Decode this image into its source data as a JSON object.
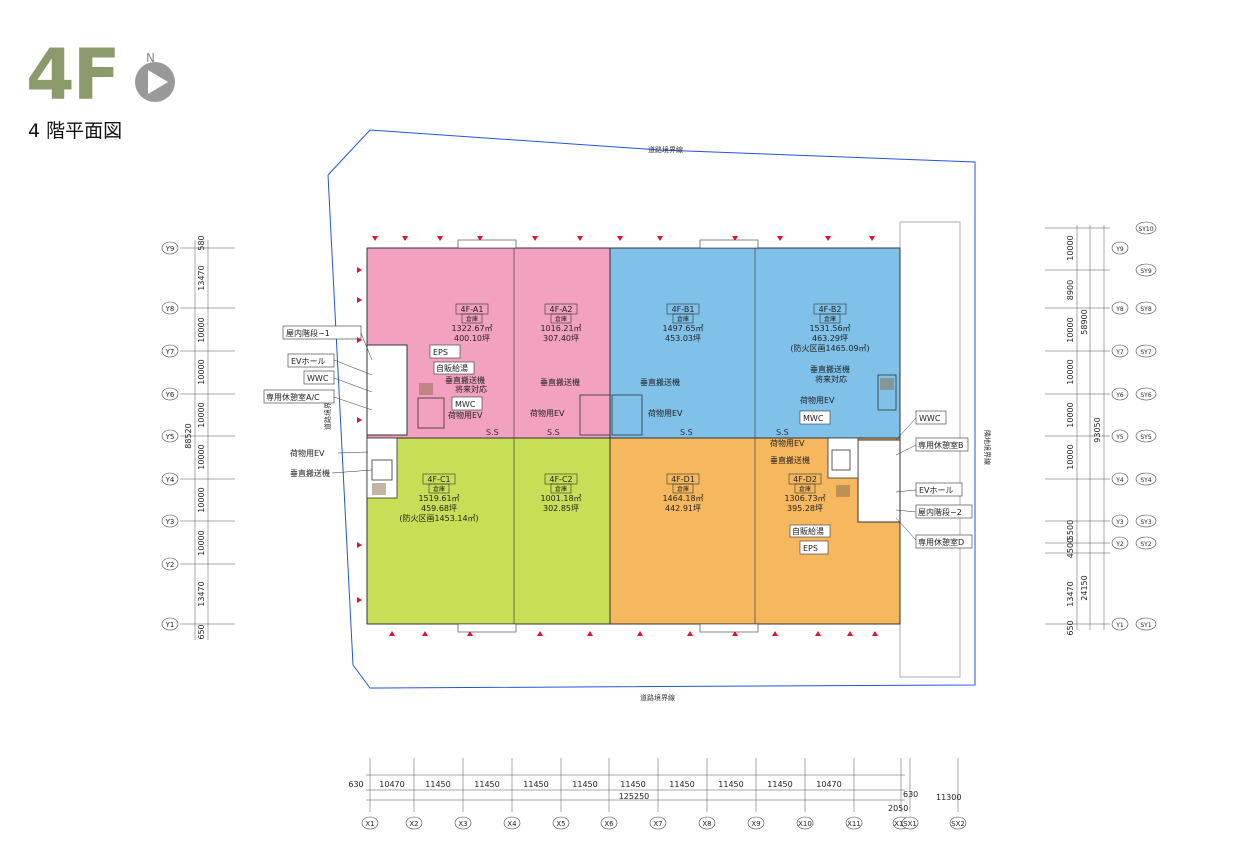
{
  "floor_title": "4F",
  "subtitle": "4 階平面図",
  "north_symbol": "N",
  "road_boundary_top": "道路境界線",
  "road_boundary_bottom": "道路境界線",
  "site_boundary_right": "隣地境界線",
  "site_boundary_left": "道路境界線",
  "colors": {
    "zone_a": "#f2a1c0",
    "zone_b": "#7fc1e8",
    "zone_c": "#c9de57",
    "zone_d": "#f6b85e",
    "boundary": "#2255dd",
    "marker": "#e8102a",
    "title": "#8a9a6a"
  },
  "units": [
    {
      "id": "4F-A1",
      "use": "倉庫",
      "area_m2": "1322.67㎡",
      "area_tsubo": "400.10坪",
      "note": ""
    },
    {
      "id": "4F-A2",
      "use": "倉庫",
      "area_m2": "1016.21㎡",
      "area_tsubo": "307.40坪",
      "note": ""
    },
    {
      "id": "4F-B1",
      "use": "倉庫",
      "area_m2": "1497.65㎡",
      "area_tsubo": "453.03坪",
      "note": ""
    },
    {
      "id": "4F-B2",
      "use": "倉庫",
      "area_m2": "1531.56㎡",
      "area_tsubo": "463.29坪",
      "note": "(防火区画1465.09㎡)"
    },
    {
      "id": "4F-C1",
      "use": "倉庫",
      "area_m2": "1519.61㎡",
      "area_tsubo": "459.68坪",
      "note": "(防火区画1453.14㎡)"
    },
    {
      "id": "4F-C2",
      "use": "倉庫",
      "area_m2": "1001.18㎡",
      "area_tsubo": "302.85坪",
      "note": ""
    },
    {
      "id": "4F-D1",
      "use": "倉庫",
      "area_m2": "1464.18㎡",
      "area_tsubo": "442.91坪",
      "note": ""
    },
    {
      "id": "4F-D2",
      "use": "倉庫",
      "area_m2": "1306.73㎡",
      "area_tsubo": "395.28坪",
      "note": ""
    }
  ],
  "labels": {
    "indoor_stair_1": "屋内階段−1",
    "ev_hall_left": "EVホール",
    "wwc_left": "WWC",
    "rest_room_ac": "専用休憩室A/C",
    "eps_left": "EPS",
    "water_heater_left": "自販給湯",
    "vertical_conveyor_a": "垂直搬送機",
    "future_install": "将来対応",
    "mwc_left": "MWC",
    "freight_ev_a": "荷物用EV",
    "vertical_conveyor_a2": "垂直搬送機",
    "freight_ev_a2": "荷物用EV",
    "freight_ev_b": "荷物用EV",
    "freight_ev_c": "荷物用EV",
    "vertical_conveyor_c": "垂直搬送機",
    "vertical_conveyor_b": "垂直搬送機",
    "future_install_b": "将来対応",
    "freight_ev_b2": "荷物用EV",
    "mwc_right": "MWC",
    "wwc_right": "WWC",
    "rest_room_b": "専用休憩室B",
    "freight_ev_d": "荷物用EV",
    "vertical_conveyor_d": "垂直搬送機",
    "ev_hall_right": "EVホール",
    "indoor_stair_2": "屋内階段−2",
    "water_heater_right": "自販給湯",
    "rest_room_d": "専用休憩室D",
    "eps_right": "EPS",
    "ss": "S.S"
  },
  "grid_x": [
    "X1",
    "X2",
    "X3",
    "X4",
    "X5",
    "X6",
    "X7",
    "X8",
    "X9",
    "X10",
    "X11",
    "X12",
    "SX1",
    "SX2"
  ],
  "grid_y_left": [
    "Y9",
    "Y8",
    "Y7",
    "Y6",
    "Y5",
    "Y4",
    "Y3",
    "Y2",
    "Y1"
  ],
  "grid_y_right": [
    "SY10",
    "Y9",
    "SY9",
    "Y8",
    "SY8",
    "Y7",
    "SY7",
    "Y6",
    "SY6",
    "Y5",
    "SY5",
    "Y4",
    "SY4",
    "Y3",
    "SY3",
    "Y2",
    "SY2",
    "Y1",
    "SY1"
  ],
  "dims_x": [
    "630",
    "10470",
    "11450",
    "11450",
    "11450",
    "11450",
    "11450",
    "11450",
    "11450",
    "11450",
    "10470"
  ],
  "dims_x_total": "125250",
  "dims_x_extra": [
    "630",
    "2050",
    "11300"
  ],
  "dims_y_left": [
    "580",
    "13470",
    "10000",
    "10000",
    "10000",
    "10000",
    "10000",
    "10000",
    "13470",
    "650"
  ],
  "dims_y_left_total": "88520",
  "dims_y_right": [
    "10000",
    "8900",
    "10000",
    "10000",
    "10000",
    "10000",
    "5500",
    "4500",
    "13470",
    "650"
  ],
  "dims_y_right_totals": [
    "58900",
    "93050",
    "24150"
  ]
}
